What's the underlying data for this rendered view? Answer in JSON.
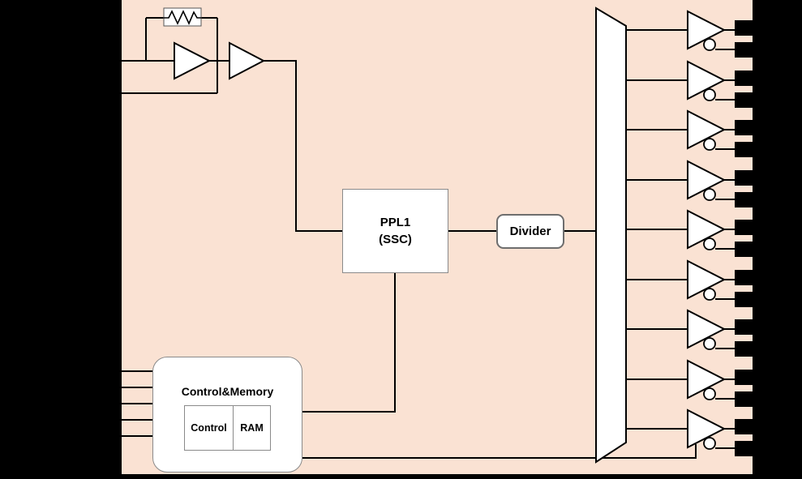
{
  "diagram": {
    "type": "clock-generator-block-diagram",
    "blocks": {
      "pll": {
        "line1": "PPL1",
        "line2": "(SSC)"
      },
      "divider": {
        "label": "Divider"
      },
      "control_memory": {
        "label": "Control&Memory",
        "control_label": "Control",
        "ram_label": "RAM"
      }
    },
    "outputs": {
      "buffer_count": 9,
      "pins_per_buffer": 2
    },
    "inputs": {
      "left_control_pin_count": 5,
      "oscillator_pin_count": 2
    },
    "colors": {
      "chip_fill": "#FAE2D3",
      "background": "#000000",
      "block_fill": "#FFFFFF",
      "wire": "#000000",
      "block_border": "#8A8A8A"
    }
  }
}
